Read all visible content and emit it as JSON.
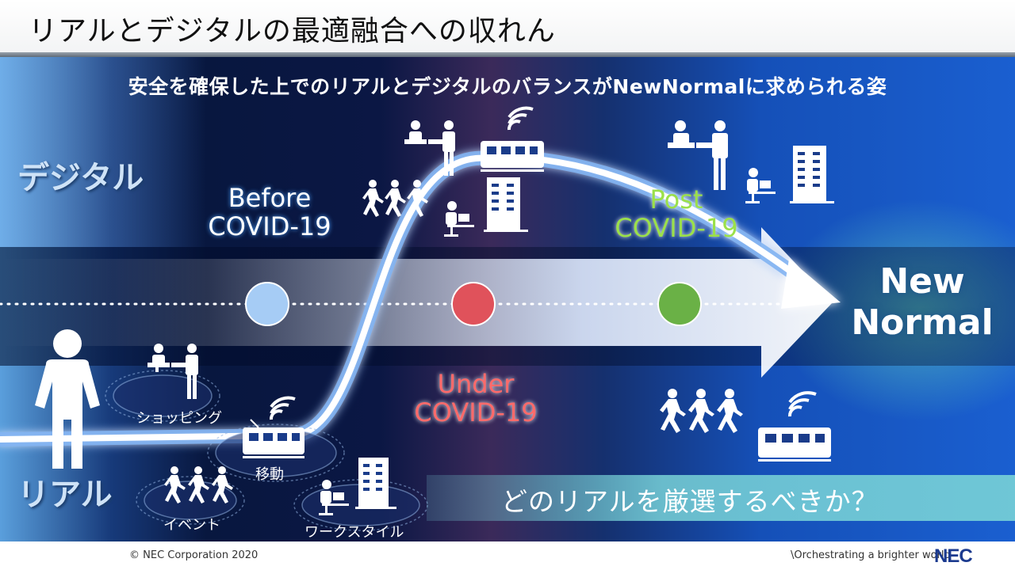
{
  "title": "リアルとデジタルの最適融合への収れん",
  "subtitle": "安全を確保した上でのリアルとデジタルのバランスがNewNormalに求められる姿",
  "labels": {
    "digital": "デジタル",
    "real": "リアル"
  },
  "phases": {
    "before": [
      "Before",
      "COVID-19"
    ],
    "under": [
      "Under",
      "COVID-19"
    ],
    "post": [
      "Post",
      "COVID-19"
    ]
  },
  "phase_colors": {
    "before": "#a6ccf5",
    "under": "#e0525b",
    "post": "#6ab146"
  },
  "new_normal": [
    "New",
    "Normal"
  ],
  "activities": {
    "shopping": "ショッピング",
    "move": "移動",
    "event": "イベント",
    "work": "ワークスタイル"
  },
  "question": "どのリアルを厳選するべきか？",
  "footer": {
    "copyright": "© NEC Corporation 2020",
    "slogan": "\\Orchestrating a brighter world",
    "logo": "NEC"
  },
  "icons": [
    "person-icon",
    "shopping-icon",
    "train-icon",
    "running-people-icon",
    "office-worker-icon",
    "building-icon",
    "wifi-icon"
  ]
}
